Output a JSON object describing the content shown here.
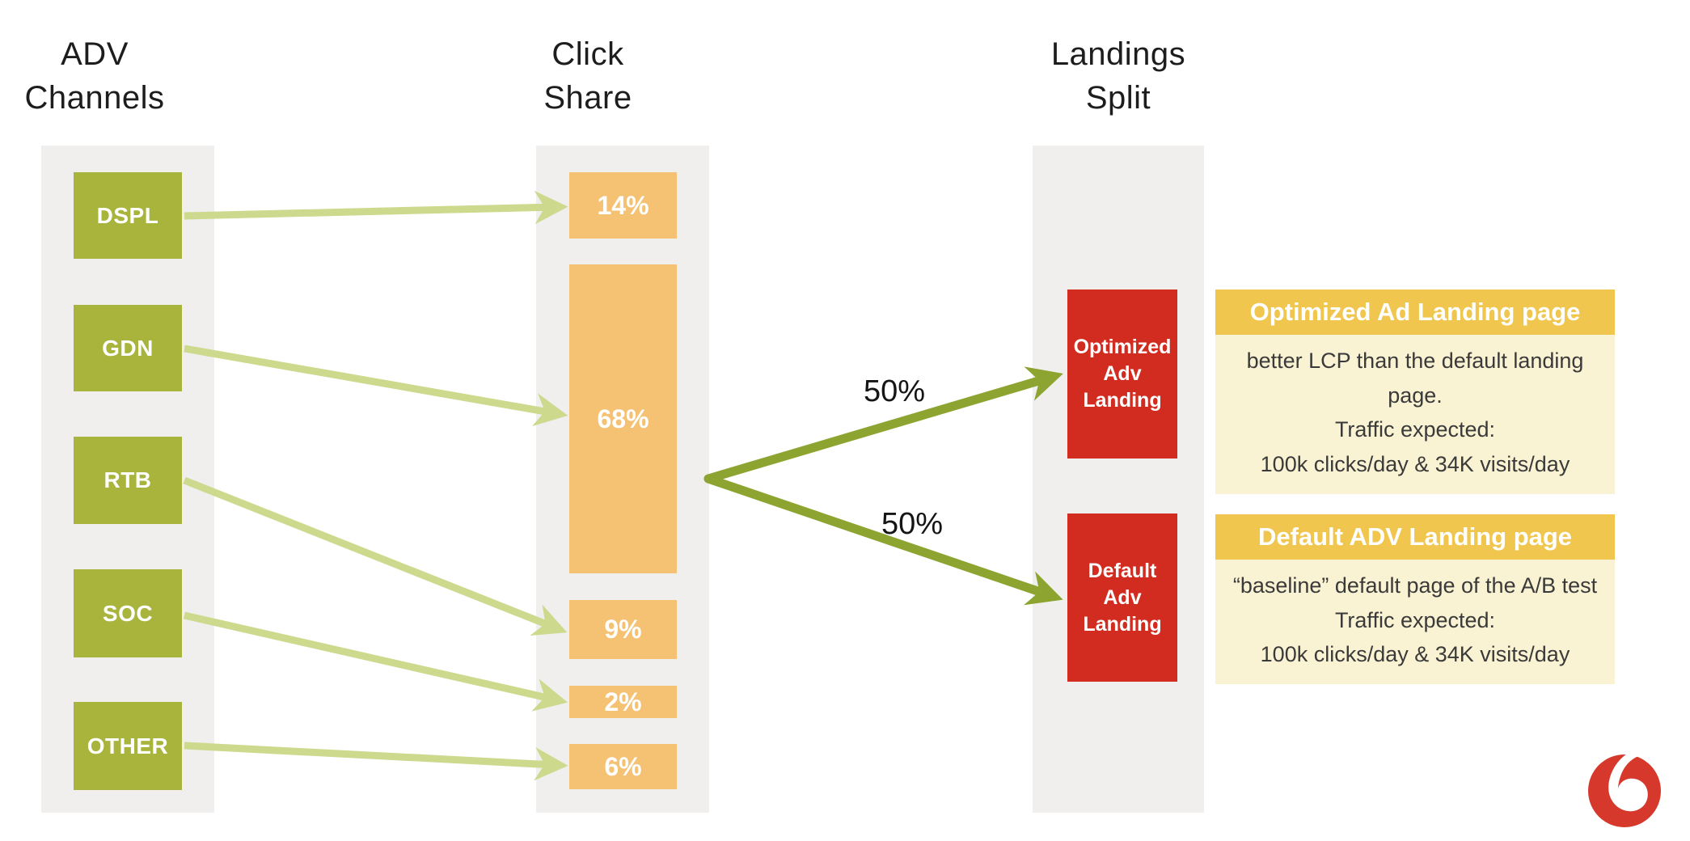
{
  "headers": {
    "channels": "ADV\nChannels",
    "click_share": "Click\nShare",
    "landings": "Landings\nSplit"
  },
  "channels": [
    "DSPL",
    "GDN",
    "RTB",
    "SOC",
    "OTHER"
  ],
  "click_share": [
    "14%",
    "68%",
    "9%",
    "2%",
    "6%"
  ],
  "flows": [
    {
      "from": "DSPL",
      "to_share": "14%"
    },
    {
      "from": "GDN",
      "to_share": "68%"
    },
    {
      "from": "RTB",
      "to_share": "9%"
    },
    {
      "from": "SOC",
      "to_share": "2%"
    },
    {
      "from": "OTHER",
      "to_share": "6%"
    }
  ],
  "split": {
    "top_label": "50%",
    "bottom_label": "50%"
  },
  "landings": [
    {
      "text": "Optimized\nAdv\nLanding"
    },
    {
      "text": "Default\nAdv\nLanding"
    }
  ],
  "cards": [
    {
      "title": "Optimized Ad Landing page",
      "body": "better LCP than the default landing page.\nTraffic expected:\n100k clicks/day  & 34K visits/day"
    },
    {
      "title": "Default ADV Landing page",
      "body": "“baseline” default page of the A/B test\nTraffic expected:\n100k clicks/day  & 34K visits/day"
    }
  ],
  "logo": "vodafone-speechmark",
  "colors": {
    "channel_box": "#a9b43c",
    "share_box": "#f5c274",
    "light_arrow": "#cdd98d",
    "dark_arrow": "#8da431",
    "landing_box": "#d22c20",
    "card_header_bg": "#f0c64f",
    "card_body_bg": "#faf3d3",
    "panel_bg": "#f0efee",
    "logo_red": "#d6392b"
  }
}
